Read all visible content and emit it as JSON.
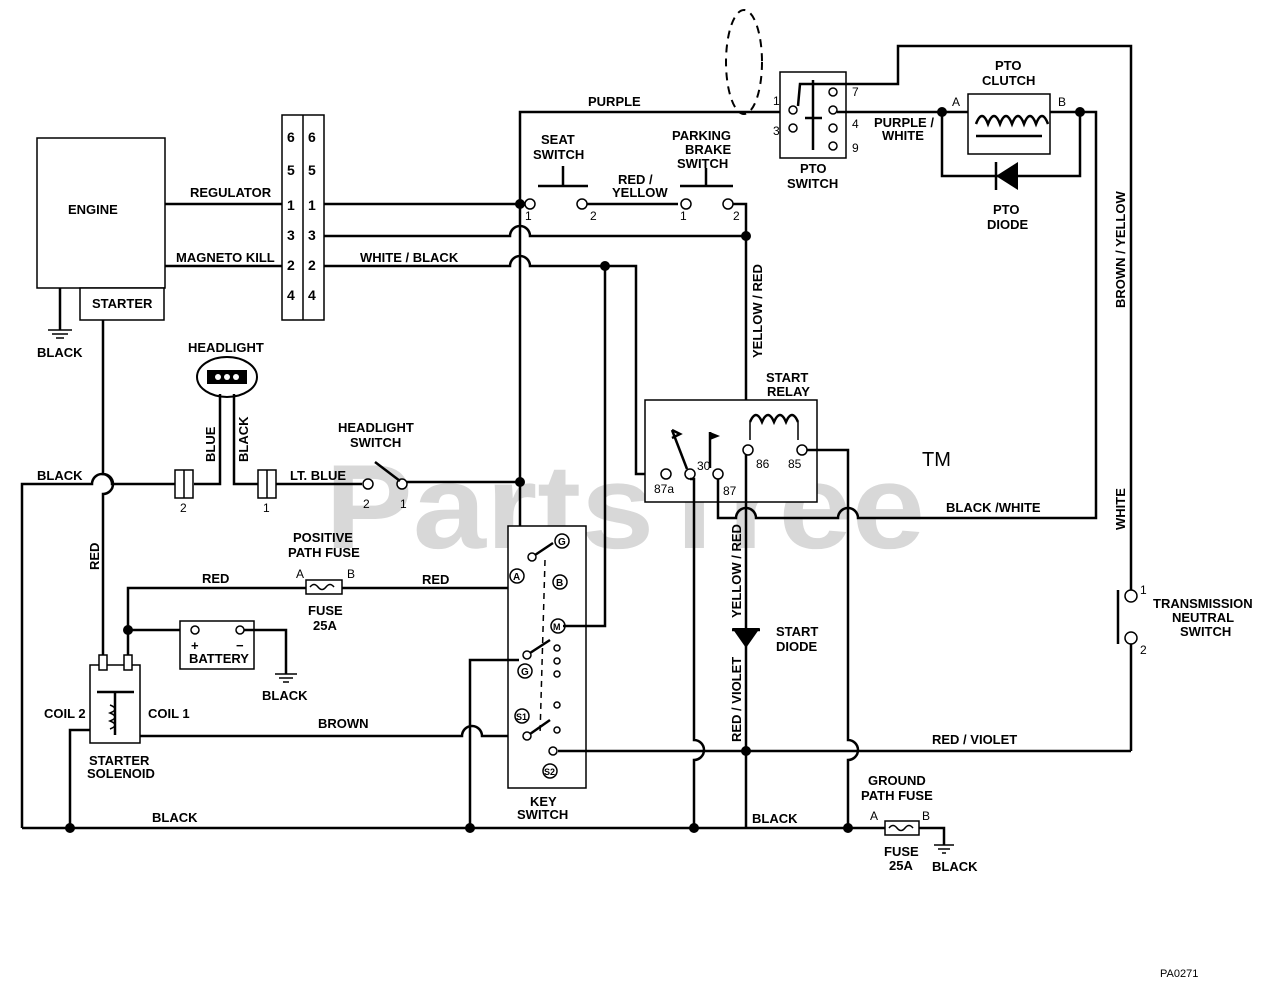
{
  "watermark": {
    "text": "PartsTree",
    "tm": "TM"
  },
  "components": {
    "engine": "ENGINE",
    "starter": "STARTER",
    "headlight": "HEADLIGHT",
    "headlight_switch_1": "HEADLIGHT",
    "headlight_switch_2": "SWITCH",
    "seat_switch_1": "SEAT",
    "seat_switch_2": "SWITCH",
    "parking_brake_1": "PARKING",
    "parking_brake_2": "BRAKE",
    "parking_brake_3": "SWITCH",
    "pto_switch_1": "PTO",
    "pto_switch_2": "SWITCH",
    "pto_clutch_1": "PTO",
    "pto_clutch_2": "CLUTCH",
    "pto_diode_1": "PTO",
    "pto_diode_2": "DIODE",
    "start_relay_1": "START",
    "start_relay_2": "RELAY",
    "start_diode_1": "START",
    "start_diode_2": "DIODE",
    "positive_fuse_1": "POSITIVE",
    "positive_fuse_2": "PATH FUSE",
    "fuse_label": "FUSE",
    "fuse_rating": "25A",
    "ground_fuse_1": "GROUND",
    "ground_fuse_2": "PATH FUSE",
    "ground_fuse_label": "FUSE",
    "ground_fuse_rating": "25A",
    "battery": "BATTERY",
    "battery_plus": "+",
    "battery_minus": "−",
    "starter_solenoid_1": "STARTER",
    "starter_solenoid_2": "SOLENOID",
    "coil_2": "COIL 2",
    "coil_1": "COIL 1",
    "key_switch_1": "KEY",
    "key_switch_2": "SWITCH",
    "transmission_1": "TRANSMISSION",
    "transmission_2": "NEUTRAL",
    "transmission_3": "SWITCH"
  },
  "wires": {
    "purple": "PURPLE",
    "regulator": "REGULATOR",
    "magneto_kill": "MAGNETO KILL",
    "white_black": "WHITE / BLACK",
    "red_yellow_1": "RED /",
    "red_yellow_2": "YELLOW",
    "purple_white_1": "PURPLE /",
    "purple_white_2": "WHITE",
    "brown_yellow": "BROWN / YELLOW",
    "yellow_red_top": "YELLOW / RED",
    "yellow_red_bottom": "YELLOW / RED",
    "red_violet_vertical": "RED / VIOLET",
    "red_violet": "RED / VIOLET",
    "black_white": "BLACK /WHITE",
    "white": "WHITE",
    "black_engine": "BLACK",
    "black_left": "BLACK",
    "blue": "BLUE",
    "black_headlight": "BLACK",
    "lt_blue": "LT. BLUE",
    "red_vertical": "RED",
    "red_top": "RED",
    "red_fuse": "RED",
    "brown": "BROWN",
    "black_battery": "BLACK",
    "black_bottom_1": "BLACK",
    "black_bottom_2": "BLACK",
    "black_ground": "BLACK"
  },
  "terminals": {
    "connector": [
      "6",
      "5",
      "1",
      "3",
      "2",
      "4"
    ],
    "seat_1": "1",
    "seat_2": "2",
    "brake_1": "1",
    "brake_2": "2",
    "pto_1": "1",
    "pto_3": "3",
    "pto_7": "7",
    "pto_4": "4",
    "pto_9": "9",
    "clutch_a": "A",
    "clutch_b": "B",
    "relay_87a": "87a",
    "relay_30": "30",
    "relay_87": "87",
    "relay_86": "86",
    "relay_85": "85",
    "hl_conn_2": "2",
    "hl_conn_1": "1",
    "hl_sw_2": "2",
    "hl_sw_1": "1",
    "fuse_a": "A",
    "fuse_b": "B",
    "gfuse_a": "A",
    "gfuse_b": "B",
    "trans_1": "1",
    "trans_2": "2",
    "key_g_top": "G",
    "key_a": "A",
    "key_b": "B",
    "key_m": "M",
    "key_g": "G",
    "key_s1": "S1",
    "key_s2": "S2"
  },
  "footer": {
    "code": "PA0271"
  }
}
